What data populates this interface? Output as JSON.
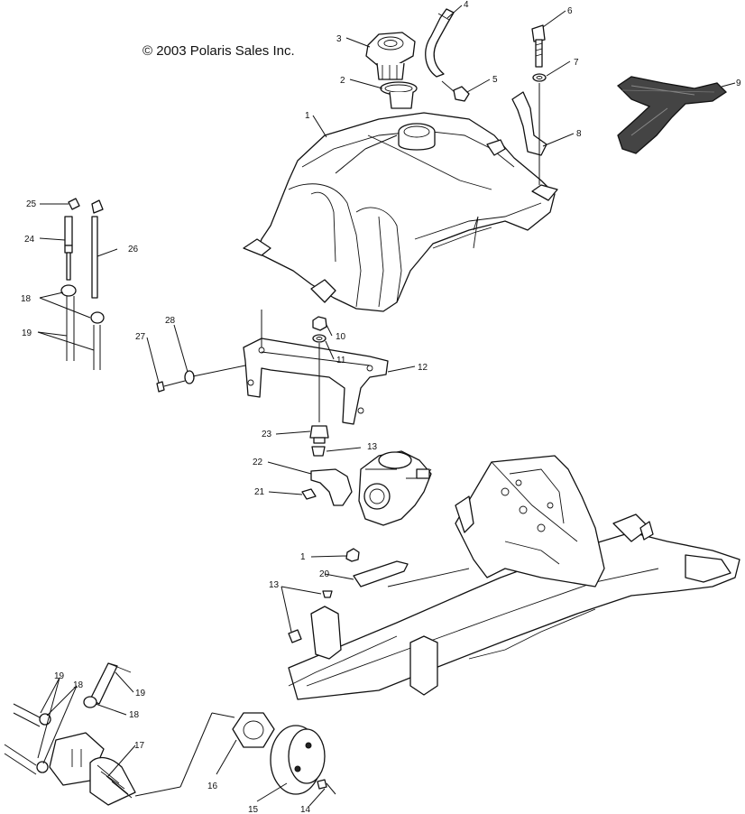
{
  "copyright": "© 2003 Polaris Sales Inc.",
  "callouts": [
    {
      "id": "c1a",
      "text": "1"
    },
    {
      "id": "c2",
      "text": "2"
    },
    {
      "id": "c3",
      "text": "3"
    },
    {
      "id": "c4",
      "text": "4"
    },
    {
      "id": "c5",
      "text": "5"
    },
    {
      "id": "c6",
      "text": "6"
    },
    {
      "id": "c7",
      "text": "7"
    },
    {
      "id": "c8",
      "text": "8"
    },
    {
      "id": "c9",
      "text": "9"
    },
    {
      "id": "c10",
      "text": "10"
    },
    {
      "id": "c11",
      "text": "11"
    },
    {
      "id": "c12",
      "text": "12"
    },
    {
      "id": "c13a",
      "text": "13"
    },
    {
      "id": "c13b",
      "text": "13"
    },
    {
      "id": "c14",
      "text": "14"
    },
    {
      "id": "c15",
      "text": "15"
    },
    {
      "id": "c16",
      "text": "16"
    },
    {
      "id": "c17",
      "text": "17"
    },
    {
      "id": "c18a",
      "text": "18"
    },
    {
      "id": "c18b",
      "text": "18"
    },
    {
      "id": "c18c",
      "text": "18"
    },
    {
      "id": "c19a",
      "text": "19"
    },
    {
      "id": "c19b",
      "text": "19"
    },
    {
      "id": "c19c",
      "text": "19"
    },
    {
      "id": "c20",
      "text": "20"
    },
    {
      "id": "c21",
      "text": "21"
    },
    {
      "id": "c22",
      "text": "22"
    },
    {
      "id": "c23",
      "text": "23"
    },
    {
      "id": "c24",
      "text": "24"
    },
    {
      "id": "c25",
      "text": "25"
    },
    {
      "id": "c26",
      "text": "26"
    },
    {
      "id": "c27",
      "text": "27"
    },
    {
      "id": "c28",
      "text": "28"
    },
    {
      "id": "c1b",
      "text": "1"
    }
  ]
}
